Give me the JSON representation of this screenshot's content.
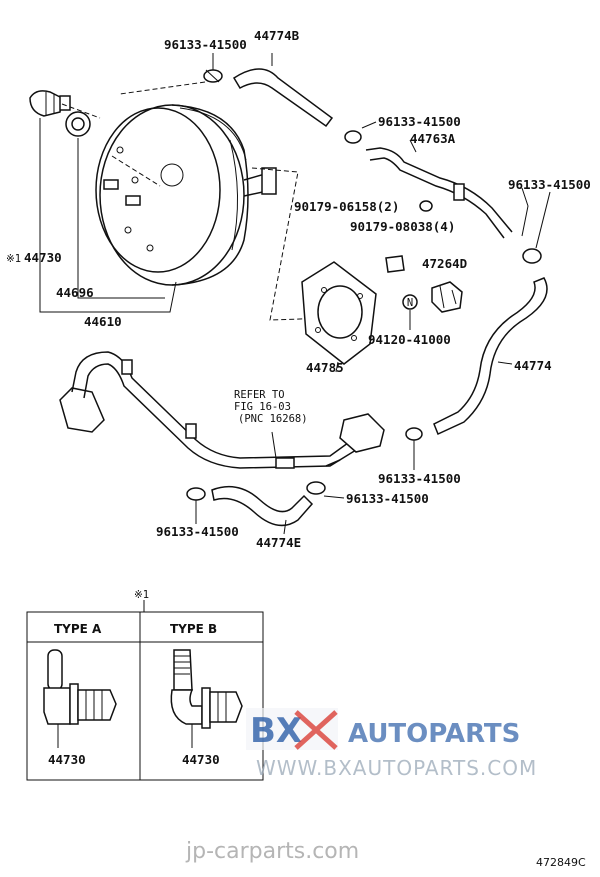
{
  "parts": {
    "p_96133_top": "96133-41500",
    "p_44774B": "44774B",
    "p_96133_right1": "96133-41500",
    "p_44763A": "44763A",
    "p_96133_farright": "96133-41500",
    "p_90179_06158": "90179-06158(2)",
    "p_90179_08038": "90179-08038(4)",
    "p_47264D": "47264D",
    "p_44730": "44730",
    "p_note_mark": "※1",
    "p_44696": "44696",
    "p_44610": "44610",
    "p_94120": "94120-41000",
    "p_44785": "44785",
    "p_44774": "44774",
    "p_96133_mid": "96133-41500",
    "p_96133_lowmid": "96133-41500",
    "p_96133_lowleft": "96133-41500",
    "p_44774E": "44774E",
    "n_symbol": "N"
  },
  "refer": {
    "line1": "REFER TO",
    "line2": "FIG 16-03",
    "line3": "(PNC 16268)"
  },
  "typebox": {
    "mark": "※1",
    "type_a": "TYPE A",
    "type_b": "TYPE B",
    "part_a": "44730",
    "part_b": "44730"
  },
  "watermark": {
    "brand_bx": "BX",
    "brand_rest": "AUTOPARTS",
    "url": "WWW.BXAUTOPARTS.COM",
    "site": "jp-carparts.com"
  },
  "figure_code": "472849C",
  "colors": {
    "ink": "#111111",
    "watermark_blue": "#2d5fa8",
    "watermark_red": "#d9342b",
    "watermark_gray": "#9aa9b8"
  }
}
